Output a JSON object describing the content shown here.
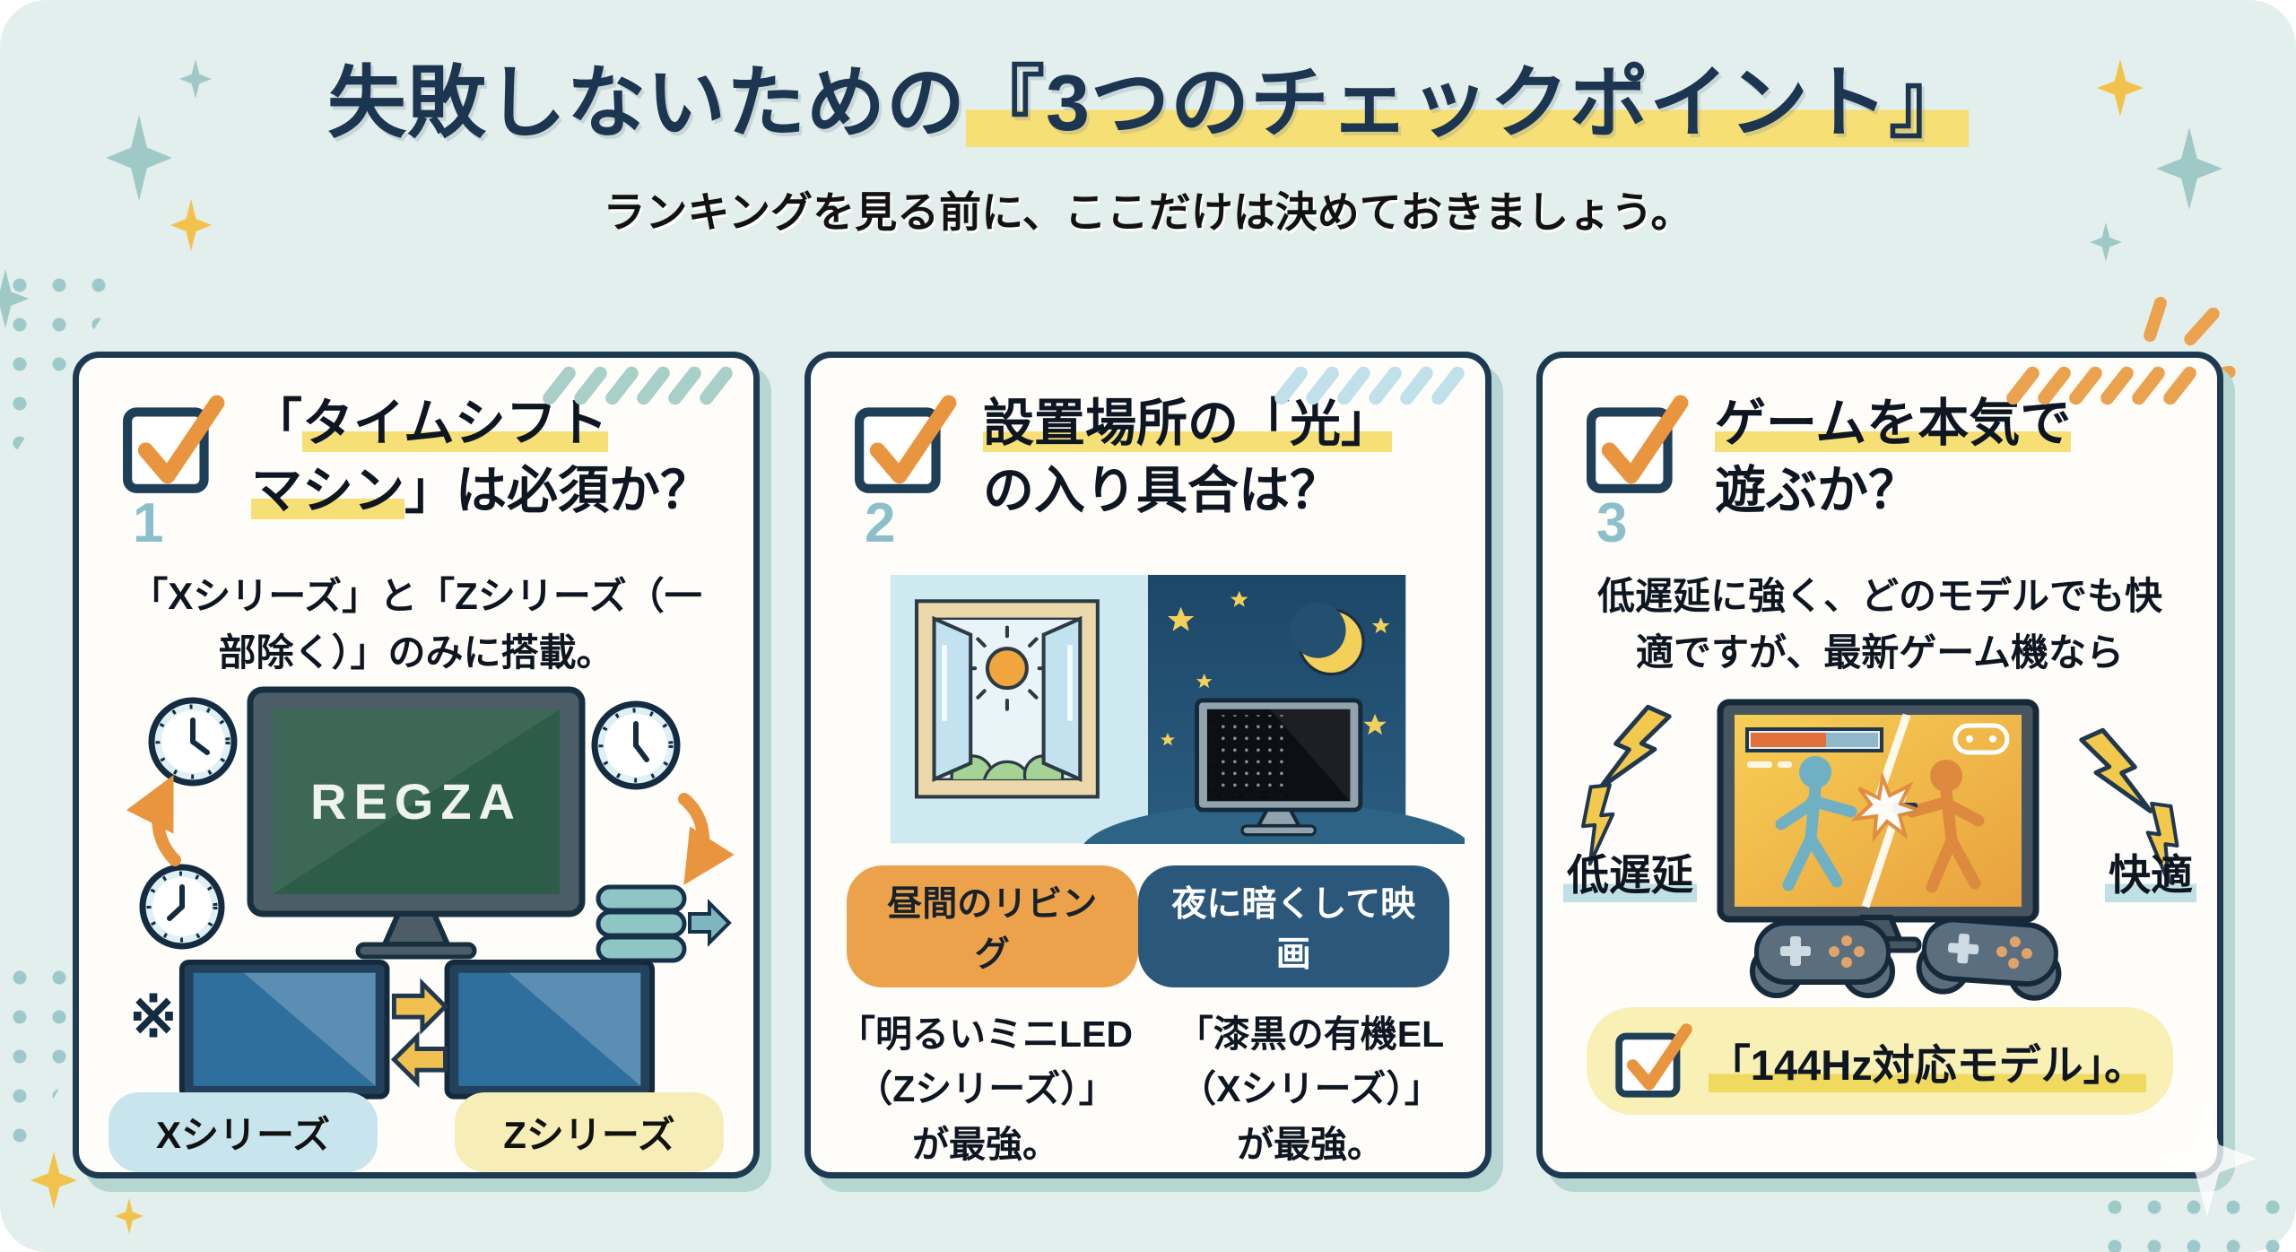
{
  "title": {
    "prefix": "失敗しないための",
    "highlight": "『3つのチェックポイント』"
  },
  "subtitle": "ランキングを見る前に、ここだけは決めておきましょう。",
  "cards": [
    {
      "number": "1",
      "h1_plain": "「",
      "h1_hl": "タイムシフト",
      "h2_hl": "マシン",
      "h2_plain": "」は必須か？",
      "body": "「Xシリーズ」と「Zシリーズ（一部除く）」のみに搭載。",
      "tv_label": "REGZA",
      "note": "※",
      "pill_left": "Xシリーズ",
      "pill_right": "Zシリーズ"
    },
    {
      "number": "2",
      "h1_plain": "",
      "h1_hl": "設置場所の「光」",
      "h2_hl": "",
      "h2_plain": "の入り具合は？",
      "pill_day": "昼間のリビング",
      "pill_night": "夜に暗くして映画",
      "result_day": "「明るいミニLED（Zシリーズ）」が最強。",
      "result_night": "「漆黒の有機EL（Xシリーズ）」が最強。"
    },
    {
      "number": "3",
      "h1_plain": "",
      "h1_hl": "ゲームを本気で",
      "h2_hl": "",
      "h2_plain": "遊ぶか？",
      "body": "低遅延に強く、どのモデルでも快適ですが、最新ゲーム機なら",
      "label_left": "低遅延",
      "label_right": "快適",
      "check_pill": "「144Hz対応モデル」。"
    }
  ],
  "icons": {
    "checkbox": "☑",
    "sparkle": "✦",
    "star": "★",
    "moon": "🌙",
    "lightning": "⚡",
    "note_mark": "※"
  },
  "colors": {
    "background_mint": "#e3efec",
    "title_navy": "#1c3550",
    "card_border_navy": "#1d3a52",
    "card_shadow_teal": "#b5d6d1",
    "highlight_yellow": "#f6df75",
    "check_orange": "#e9953f",
    "number_teal": "#8bc0cb",
    "stripe_teal": "#a9cfc9",
    "stripe_blue": "#c0e0ea",
    "stripe_orange": "#eba24e",
    "screen_green": "#2d5c49",
    "day_blue": "#cfe9f1",
    "night_navy": "#224f72",
    "pill_orange": "#eca14b",
    "pill_navy": "#2b577b",
    "pill_light_blue": "#c8e4ec",
    "pill_light_yellow": "#f6eeb6",
    "game_screen_orange": "#e9a13e",
    "figure_blue": "#6fb0c4",
    "figure_orange": "#dd8a3f"
  }
}
